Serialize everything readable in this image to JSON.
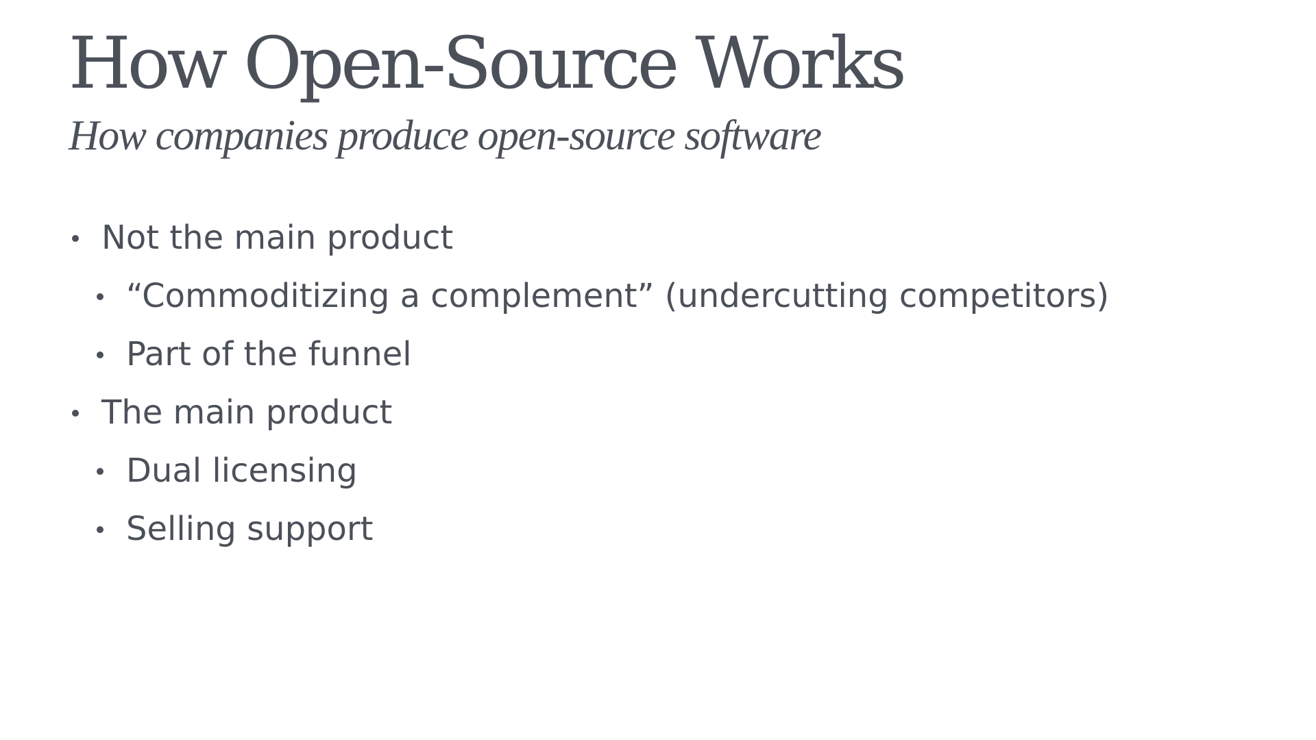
{
  "slide": {
    "title": "How Open-Source Works",
    "subtitle": "How companies produce open-source software",
    "bullets": [
      {
        "level": 1,
        "text": "Not the main product"
      },
      {
        "level": 2,
        "text": "“Commoditizing a complement” (undercutting competitors)"
      },
      {
        "level": 2,
        "text": "Part of the funnel"
      },
      {
        "level": 1,
        "text": "The main product"
      },
      {
        "level": 2,
        "text": "Dual licensing"
      },
      {
        "level": 2,
        "text": "Selling support"
      }
    ]
  },
  "colors": {
    "text": "#4b5059",
    "background": "#ffffff"
  }
}
